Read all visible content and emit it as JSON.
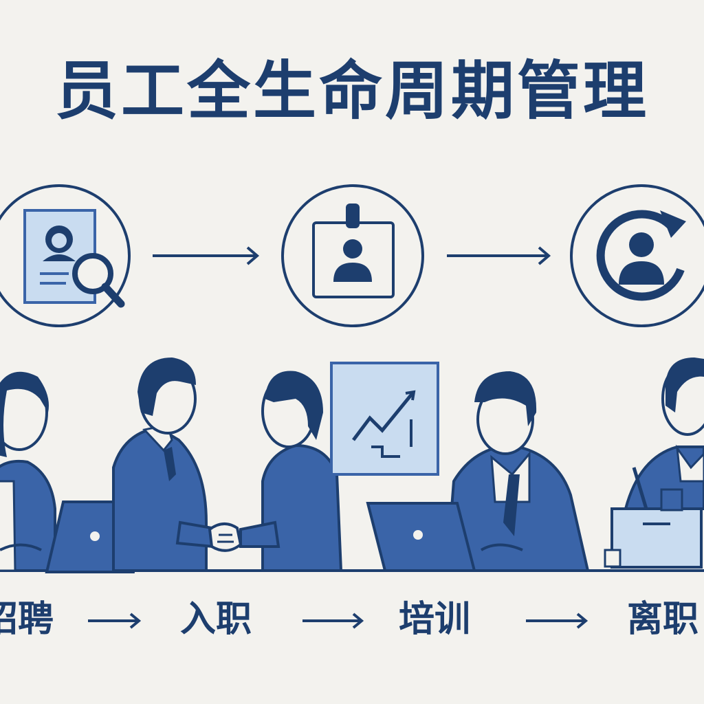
{
  "title": "员工全生命周期管理",
  "steps": [
    "招聘",
    "入职",
    "培训",
    "离职"
  ],
  "icons": [
    "resume-search-icon",
    "id-badge-icon",
    "user-cycle-icon"
  ],
  "colors": {
    "primary": "#1d3e6e",
    "accent": "#3a64a8",
    "light": "#c9dcf0",
    "background": "#f3f2ee"
  }
}
